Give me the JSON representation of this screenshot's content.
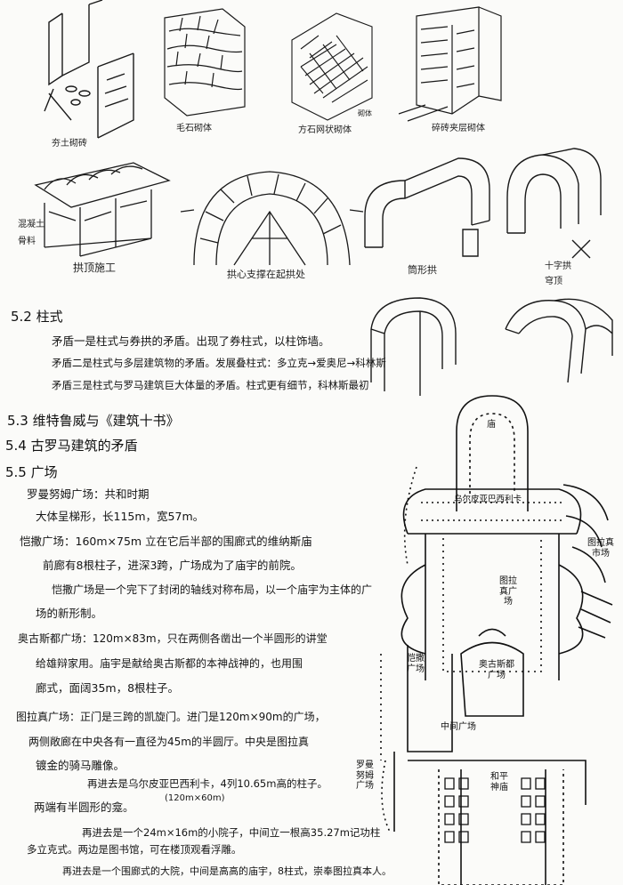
{
  "captions": {
    "c1": "夯土砌砖",
    "c2": "毛石砌体",
    "c3": "方石网状砌体",
    "c4": "砌体",
    "c5": "碎砖夹层砌体",
    "c6a": "混凝土",
    "c6b": "骨料",
    "c7": "拱顶施工",
    "c8": "拱心支撑在起拱处",
    "c9": "筒形拱",
    "c10a": "十字拱",
    "c10b": "穹顶"
  },
  "sections": {
    "s52": {
      "heading": "5.2 柱式",
      "lines": [
        "矛盾一是柱式与券拱的矛盾。出现了券柱式，以柱饰墙。",
        "矛盾二是柱式与多层建筑物的矛盾。发展叠柱式：多立克→爱奥尼→科林斯",
        "矛盾三是柱式与罗马建筑巨大体量的矛盾。柱式更有细节，科林斯最初"
      ]
    },
    "s53": "5.3 维特鲁威与《建筑十书》",
    "s54": "5.4 古罗马建筑的矛盾",
    "s55": {
      "heading": "5.5 广场",
      "lines": [
        "罗曼努姆广场：共和时期",
        "大体呈梯形，长115m，宽57m。",
        "恺撒广场：160m×75m 立在它后半部的围廊式的维纳斯庙",
        "前廊有8根柱子，进深3跨，广场成为了庙宇的前院。",
        "恺撒广场是一个完下了封闭的轴线对称布局，以一个庙宇为主体的广",
        "场的新形制。",
        "奥古斯都广场：120m×83m，只在两侧各凿出一个半圆形的讲堂",
        "给雄辩家用。庙宇是献给奥古斯都的本神战神的，也用围",
        "廊式，面阔35m，8根柱子。",
        "图拉真广场：正门是三跨的凯旋门。进门是120m×90m的广场，",
        "两侧敞廊在中央各有一直径为45m的半圆厅。中央是图拉真",
        "镀金的骑马雕像。",
        "再进去是乌尔皮亚巴西利卡，4列10.65m高的柱子。",
        "(120m×60m)",
        "两端有半圆形的龛。",
        "再进去是一个24m×16m的小院子，中间立一根高35.27m记功柱",
        "多立克式。两边是图书馆，可在楼顶观看浮雕。",
        "再进去是一个围廊式的大院，中间是高高的庙宇，8柱式，崇奉图拉真本人。"
      ]
    }
  },
  "plan": {
    "temple": "庙",
    "basilica": "乌尔皮亚巴西利卡",
    "trajan": "图拉真广场",
    "market": "图拉真市场",
    "caesar": "恺撒广场",
    "augustus": "奥古斯都广场",
    "middle": "中间广场",
    "romanum": "罗曼努姆广场",
    "forum_temple": "和平神庙"
  }
}
